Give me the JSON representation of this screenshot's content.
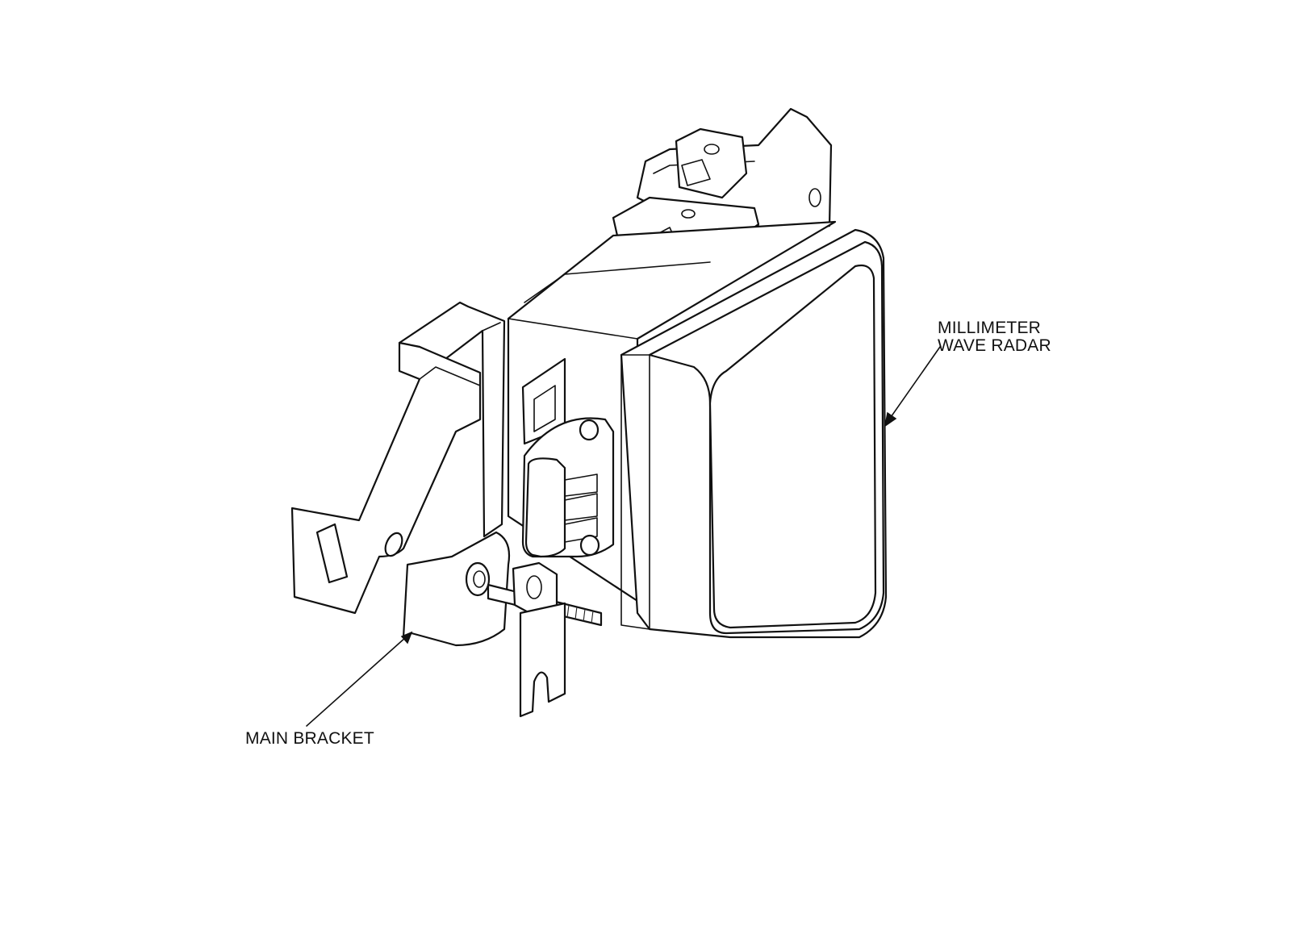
{
  "labels": {
    "radar_line1": "MILLIMETER",
    "radar_line2": "WAVE RADAR",
    "bracket": "MAIN BRACKET"
  },
  "colors": {
    "line": "#111111",
    "background": "#ffffff"
  }
}
